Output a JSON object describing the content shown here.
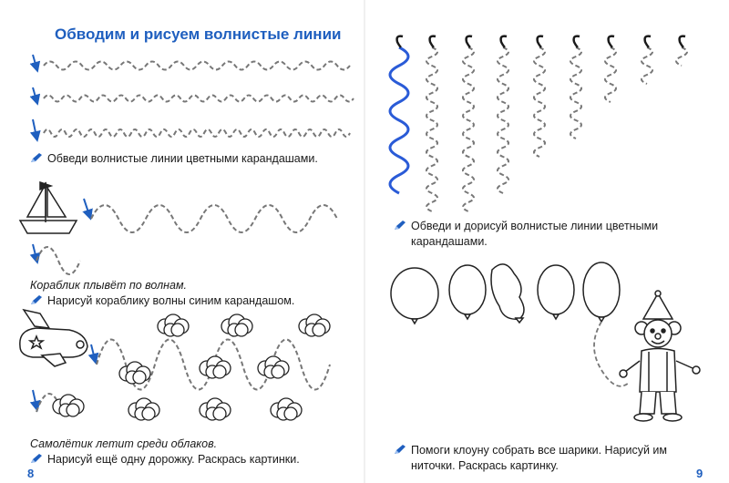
{
  "left_page": {
    "title": "Обводим и рисуем волнистые линии",
    "instruction_1": "Обведи волнистые линии цветными карандашами.",
    "caption_boat": "Кораблик плывёт по волнам.",
    "instruction_2": "Нарисуй кораблику волны синим карандашом.",
    "caption_plane": "Самолётик летит среди облаков.",
    "instruction_3": "Нарисуй ещё одну дорожку. Раскрась картинки.",
    "page_number": "8"
  },
  "right_page": {
    "instruction_1_line1": "Обведи и дорисуй волнистые линии цветными",
    "instruction_1_line2": "карандашами.",
    "instruction_2_line1": "Помоги клоуну собрать все шарики. Нарисуй им",
    "instruction_2_line2": "ниточки. Раскрась картинку.",
    "page_number": "9"
  },
  "colors": {
    "accent_blue": "#1f5fbf",
    "solid_wave_blue": "#2a5bd7",
    "dashed_line": "#777777",
    "outline": "#222222"
  }
}
